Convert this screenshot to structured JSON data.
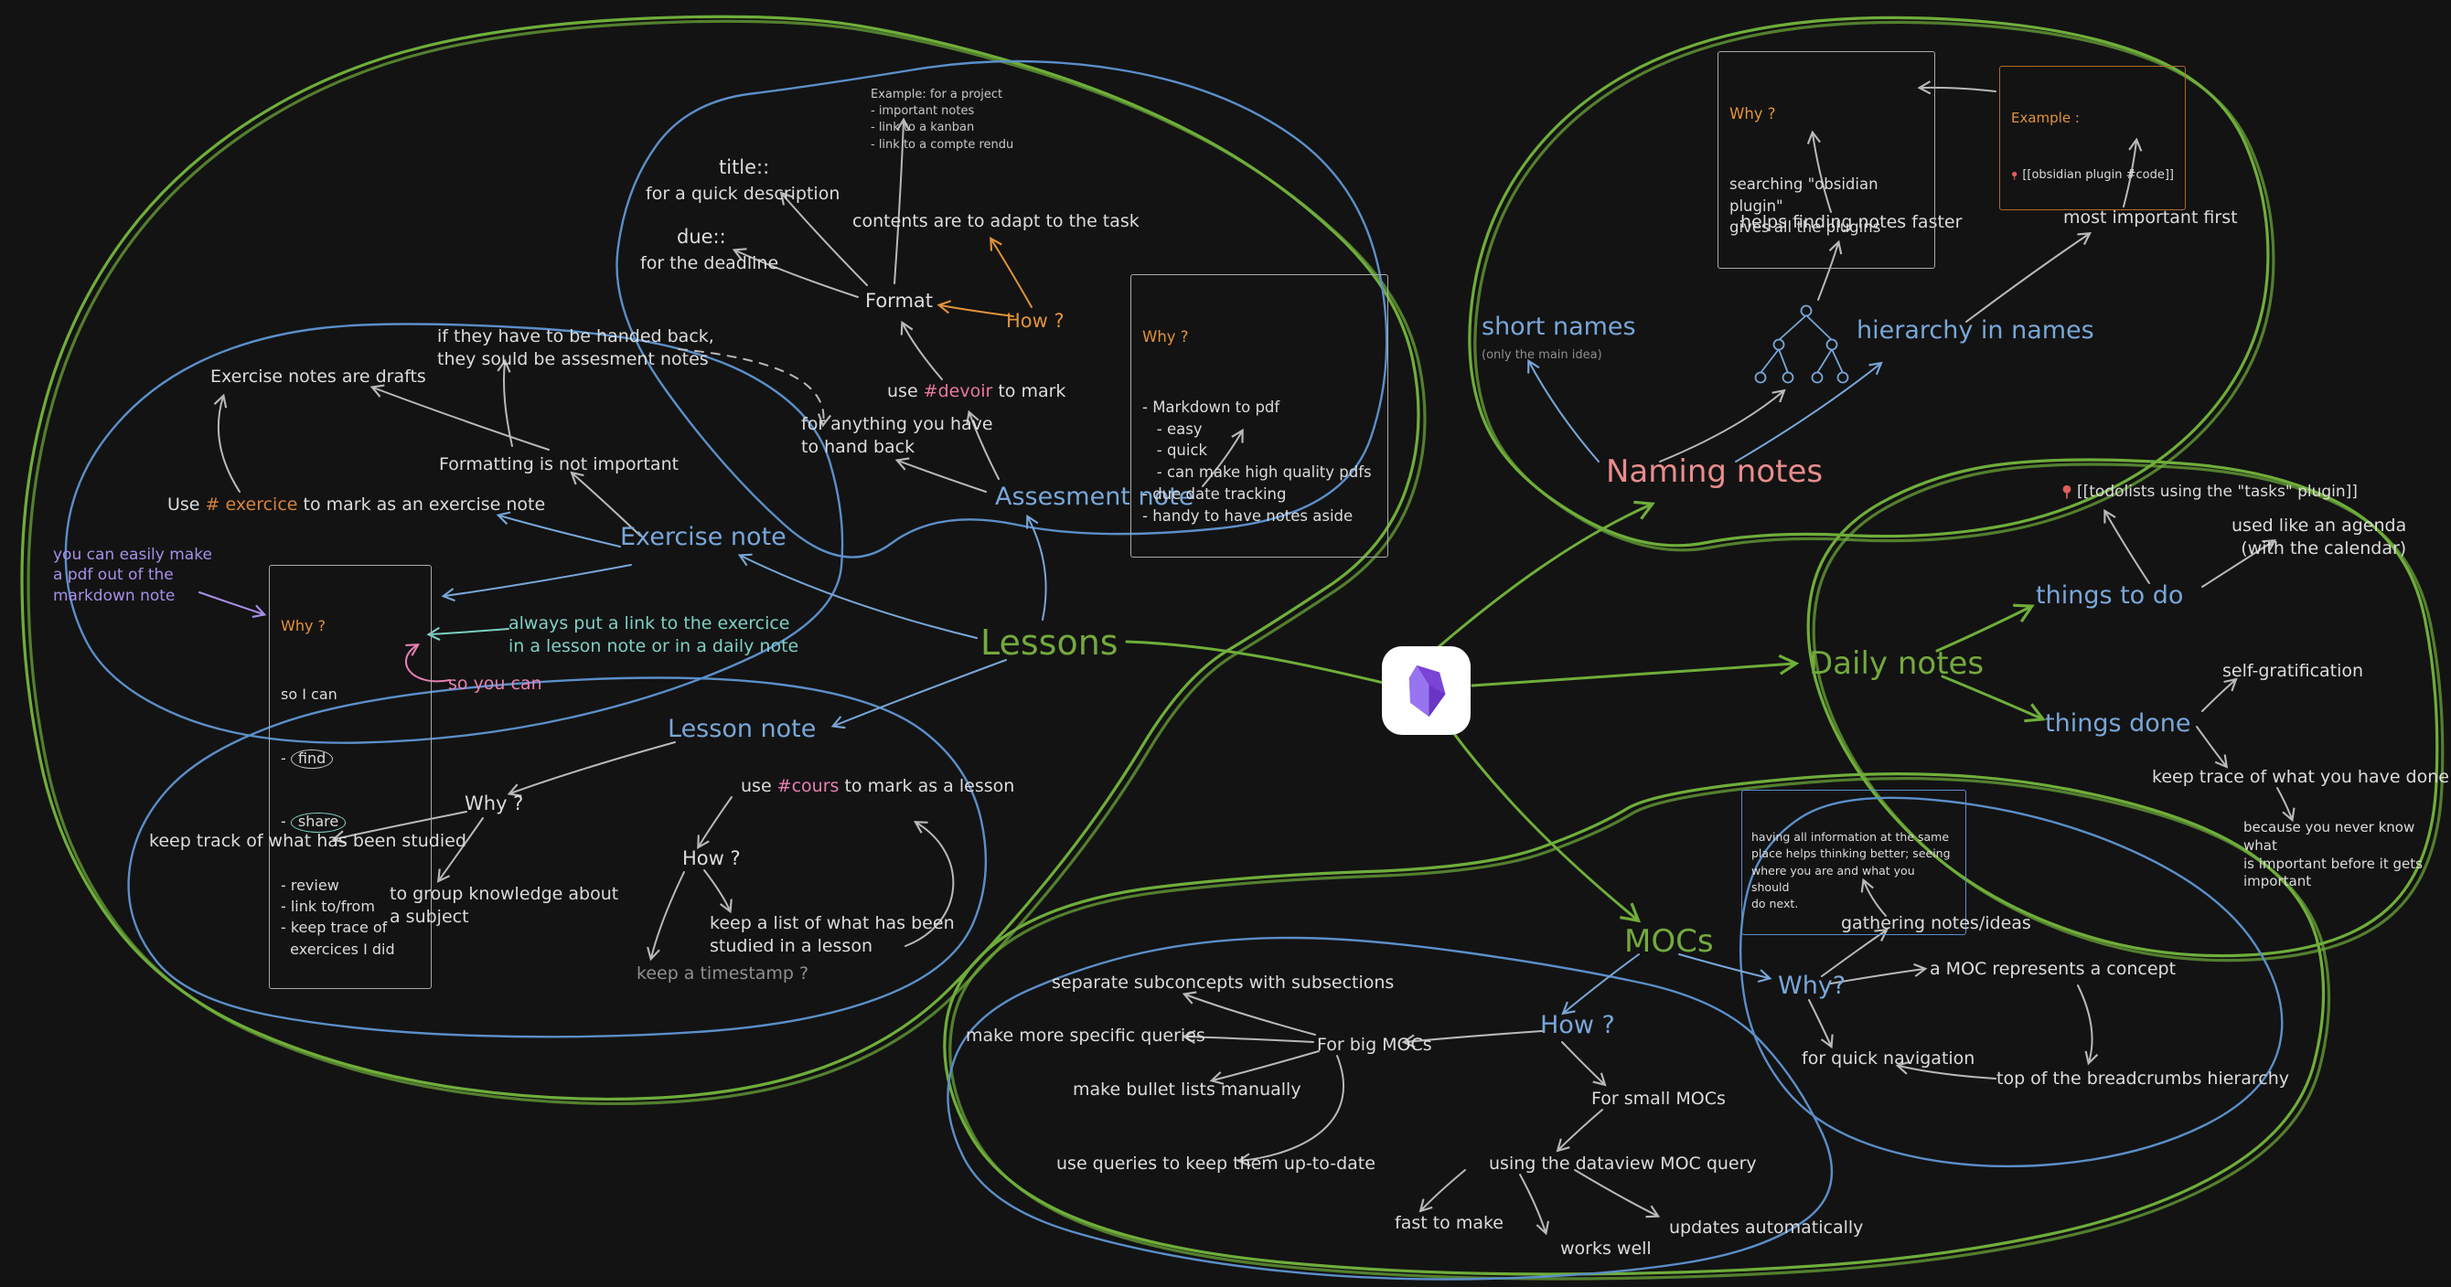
{
  "canvas": {
    "background": "#131313"
  },
  "colors": {
    "green": "#74a93e",
    "blue": "#78a7d9",
    "orange": "#e2933a",
    "pink": "#e87fb2",
    "salmon": "#e88c8c",
    "purple": "#a88fe8",
    "teal": "#7ecfc4",
    "red": "#e05c5c",
    "text": "#dcdcdc",
    "dim": "#8f8f8f"
  },
  "icons": {
    "center_logo": "obsidian-logo",
    "pin": "pin-icon",
    "tree": "hierarchy-tree-icon"
  },
  "lessons": {
    "label": "Lessons",
    "assessment": {
      "title": "Assesment note",
      "example": "Example: for a project\n- important notes\n- link to a kanban\n- link to a compte rendu",
      "title_field": "title::",
      "title_field_desc": "for a quick description",
      "due_field": "due::",
      "due_field_desc": "for the deadline",
      "contents_note": "contents are to adapt to the task",
      "format": "Format",
      "how": "How ?",
      "tag_pre": "use ",
      "tag": "#devoir",
      "tag_post": " to mark",
      "hand_back": "for anything you have\nto hand back",
      "why": {
        "title": "Why ?",
        "body": "- Markdown to pdf\n   - easy\n   - quick\n   - can make high quality pdfs\n- due date tracking\n- handy to have notes aside"
      }
    },
    "exercise": {
      "title": "Exercise note",
      "handed_back": "if they have to be handed back,\nthey sould be assesment notes",
      "drafts": "Exercise notes are drafts",
      "formatting": "Formatting is not important",
      "tag_pre": "Use ",
      "tag": "# exercice",
      "tag_post": " to mark as an exercise note",
      "pdf_note": "you can easily make\na pdf out of the\nmarkdown note",
      "why": {
        "title": "Why ?",
        "intro": "so I can",
        "find_prefix": "- ",
        "find": "find",
        "share_prefix": "- ",
        "share": "share",
        "rest": "- review\n- link to/from\n- keep trace of\n  exercices I did"
      },
      "always_link": "always put a link to the exercice\nin a lesson note or in a daily note",
      "so_you_can": "so you can"
    },
    "lesson_note": {
      "title": "Lesson note",
      "tag_pre": "use ",
      "tag": "#cours",
      "tag_post": " to mark as a lesson",
      "why": "Why ?",
      "keep_track": "keep track of what has been studied",
      "group": "to group knowledge about\na subject",
      "how": "How ?",
      "keep_list": "keep a list of what has been\nstudied in a lesson",
      "timestamp": "keep a timestamp ?"
    }
  },
  "naming": {
    "label": "Naming notes",
    "short_names": "short names",
    "short_names_sub": "(only the main idea)",
    "hierarchy": "hierarchy in names",
    "helps": "helps finding notes faster",
    "most_important": "most important first",
    "why": {
      "title": "Why ?",
      "body": "searching \"obsidian plugin\"\ngives all the plugins"
    },
    "example": {
      "title": "Example :",
      "body": "[[obsidian plugin #code]]"
    }
  },
  "daily": {
    "label": "Daily notes",
    "todo": "things to do",
    "done": "things done",
    "todolists": "[[todolists using the \"tasks\" plugin]]",
    "agenda": "used like an agenda\n(with the calendar)",
    "gratification": "self-gratification",
    "keep_trace": "keep trace of what you have done",
    "because": "because you never know what\nis important before it gets\nimportant"
  },
  "mocs": {
    "label": "MOCs",
    "how": "How ?",
    "why": "Why?",
    "big": "For big MOCs",
    "small": "For small MOCs",
    "separate": "separate subconcepts with subsections",
    "queries": "make more specific queries",
    "bullets": "make bullet lists manually",
    "uptodate": "use queries to keep them up-to-date",
    "dataview": "using the dataview MOC query",
    "fast": "fast to make",
    "works": "works well",
    "updates": "updates automatically",
    "info_box": "having all information at the same\nplace helps thinking better; seeing\nwhere you are and what you should\ndo next.",
    "gathering": "gathering notes/ideas",
    "represents": "a MOC represents a concept",
    "navigation": "for quick navigation",
    "breadcrumbs": "top of the breadcrumbs hierarchy"
  }
}
